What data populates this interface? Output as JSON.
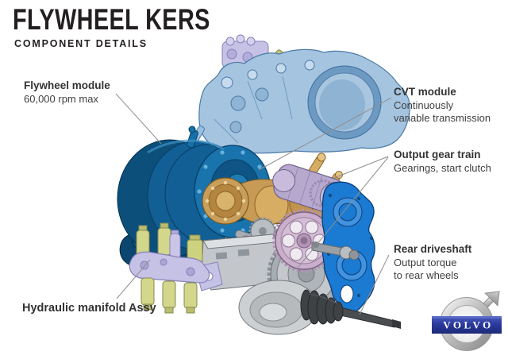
{
  "header": {
    "title": "FLYWHEEL KERS",
    "subtitle": "COMPONENT DETAILS"
  },
  "callouts": {
    "flywheel": {
      "title": "Flywheel module",
      "line1": "60,000 rpm max"
    },
    "cvt": {
      "title": "CVT module",
      "line1": "Continuously",
      "line2": "variable transmission"
    },
    "output_gear": {
      "title": "Output gear train",
      "line1": "Gearings, start clutch"
    },
    "rear_driveshaft": {
      "title": "Rear driveshaft",
      "line1": "Output torque",
      "line2": "to rear wheels"
    },
    "hydraulic": {
      "title": "Hydraulic manifold Assy"
    }
  },
  "logo": {
    "brand": "VOLVO",
    "band_color": "#2b3a9e",
    "ring_color": "#b9b9b9"
  },
  "components": {
    "flywheel_module": {
      "name": "flywheel module drum",
      "color": "#1973ac"
    },
    "cvt_housing": {
      "name": "CVT housing",
      "color": "#a5c4e0"
    },
    "top_manifold": {
      "name": "upper hydraulic manifold",
      "color": "#c6c2e6"
    },
    "cvt_variator": {
      "name": "CVT variator",
      "color": "#c79a55"
    },
    "output_gear_unit": {
      "name": "output gear unit",
      "color": "#b7a8ce"
    },
    "output_gear": {
      "name": "output spur gear",
      "color": "#c9afcb"
    },
    "gearbox_cover": {
      "name": "gearbox end cover",
      "color": "#1b7ad2"
    },
    "final_drive": {
      "name": "final drive housing",
      "color": "#c3c7cb"
    },
    "driveshaft": {
      "name": "rear driveshaft",
      "color": "#4a4d50"
    },
    "hydraulic_manifold": {
      "name": "hydraulic manifold assy",
      "color": "#c6c2e6",
      "valve_color": "#d2d78b"
    }
  },
  "colors": {
    "leader_line": "#8f8f8f",
    "text": "#3f3f3f",
    "title": "#231f20"
  }
}
